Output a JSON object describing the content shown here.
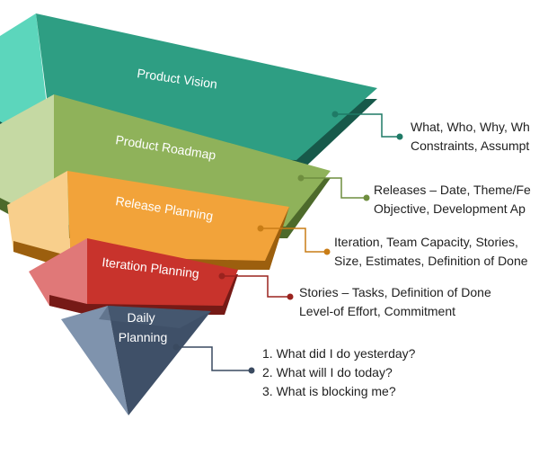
{
  "layers": [
    {
      "id": "product-vision",
      "label_lines": [
        "Product Vision"
      ],
      "colors": {
        "top": "#2e9e83",
        "front": "#1f7a66",
        "side": "#5cd6bc",
        "edge": "#17594a"
      },
      "description_lines": [
        "What, Who, Why, Wh",
        "Constraints, Assumpt"
      ],
      "connector_color": "#1f7a66"
    },
    {
      "id": "product-roadmap",
      "label_lines": [
        "Product Roadmap"
      ],
      "colors": {
        "top": "#8fb25a",
        "front": "#6f8e3f",
        "side": "#c5d9a3",
        "edge": "#4d6a2b"
      },
      "description_lines": [
        "Releases – Date, Theme/Fe",
        "Objective, Development Ap"
      ],
      "connector_color": "#6f8e3f"
    },
    {
      "id": "release-planning",
      "label_lines": [
        "Release Planning"
      ],
      "colors": {
        "top": "#f2a33a",
        "front": "#c97d16",
        "side": "#f8cf8c",
        "edge": "#9c5f0e"
      },
      "description_lines": [
        "Iteration, Team Capacity, Stories,",
        "Size, Estimates, Definition of Done"
      ],
      "connector_color": "#c97d16"
    },
    {
      "id": "iteration-planning",
      "label_lines": [
        "Iteration Planning"
      ],
      "colors": {
        "top": "#c8332c",
        "front": "#9a231e",
        "side": "#e07878",
        "edge": "#761a16"
      },
      "description_lines": [
        "Stories – Tasks, Definition of Done",
        "Level-of Effort, Commitment"
      ],
      "connector_color": "#9a231e"
    },
    {
      "id": "daily-planning",
      "label_lines": [
        "Daily",
        "Planning"
      ],
      "colors": {
        "top": "#4a5c74",
        "front": "#3a4a60",
        "side": "#7f93ad",
        "edge": "#2b384a"
      },
      "description_lines": [
        "1.  What did I do yesterday?",
        "2.  What will I do today?",
        "3.  What is blocking me?"
      ],
      "connector_color": "#3a4a60"
    }
  ]
}
